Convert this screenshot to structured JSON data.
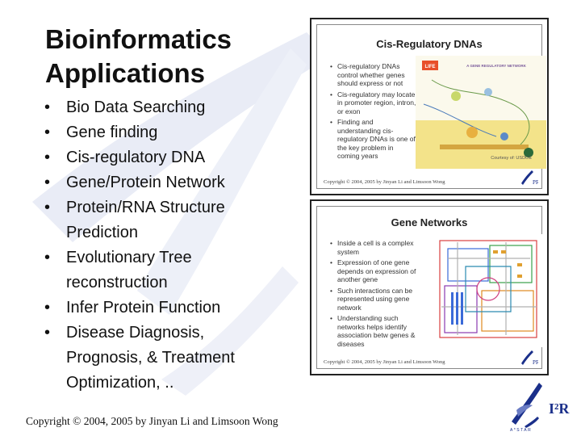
{
  "slide": {
    "title_line1": "Bioinformatics",
    "title_line2": "Applications",
    "bullets": [
      {
        "lines": [
          "Bio Data Searching"
        ]
      },
      {
        "lines": [
          "Gene finding"
        ]
      },
      {
        "lines": [
          "Cis-regulatory DNA"
        ]
      },
      {
        "lines": [
          "Gene/Protein Network"
        ]
      },
      {
        "lines": [
          "Protein/RNA Structure",
          "Prediction"
        ]
      },
      {
        "lines": [
          "Evolutionary Tree",
          "reconstruction"
        ]
      },
      {
        "lines": [
          "Infer Protein Function"
        ]
      },
      {
        "lines": [
          "Disease Diagnosis,",
          "Prognosis, & Treatment",
          "Optimization, .."
        ]
      }
    ],
    "bullet_glyph": "•",
    "copyright": "Copyright © 2004, 2005 by Jinyan Li and Limsoon Wong"
  },
  "thumb1": {
    "title": "Cis-Regulatory DNAs",
    "bullets": [
      "Cis-regulatory DNAs control whether genes should express or not",
      "Cis-regulatory may locate in promoter region, intron, or exon",
      "Finding and understanding cis-regulatory DNAs is one of the key problem in coming years"
    ],
    "figure_label": "A GENE REGULATORY NETWORK",
    "figure_badge": "LIFE",
    "credit": "Courtesy of: USDOE",
    "copyright": "Copyright © 2004, 2005 by Jinyan Li and Limsoon Wong"
  },
  "thumb2": {
    "title": "Gene Networks",
    "bullets": [
      "Inside a cell is a complex system",
      "Expression of one gene depends on expression of another gene",
      "Such interactions can be represented using gene network",
      "Understanding such networks helps identify association betw genes & diseases"
    ],
    "copyright": "Copyright © 2004, 2005 by Jinyan Li and Limsoon Wong"
  },
  "logo": {
    "text": "I²R",
    "sub": "A*STAR",
    "colors": {
      "brand": "#1a2f8a",
      "accent": "#6a7cc4"
    }
  }
}
